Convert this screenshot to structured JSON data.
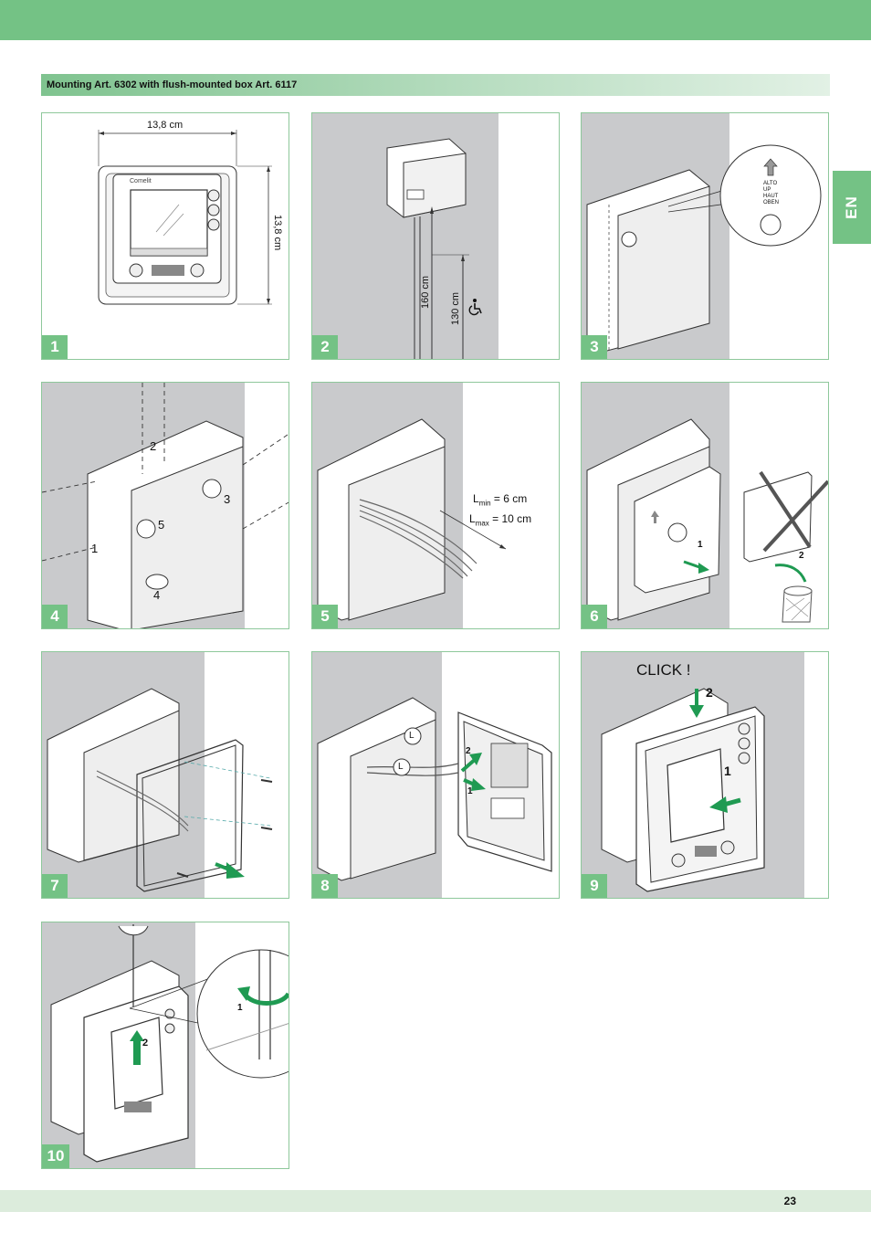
{
  "header": {
    "section_title": "Mounting Art. 6302 with flush-mounted box Art. 6117"
  },
  "side_tab": {
    "language": "EN"
  },
  "footer": {
    "page_number": "23"
  },
  "steps": [
    {
      "number": "1",
      "labels": {
        "width": "13,8 cm",
        "height": "13,8 cm"
      },
      "brand": "Comelit"
    },
    {
      "number": "2",
      "labels": {
        "height_a": "160 cm",
        "height_b": "130 cm"
      }
    },
    {
      "number": "3",
      "labels": {
        "sticker_text": [
          "ALTO",
          "UP",
          "HAUT",
          "OBEN"
        ]
      }
    },
    {
      "number": "4",
      "labels": {
        "knockouts": [
          "1",
          "2",
          "3",
          "4",
          "5"
        ]
      }
    },
    {
      "number": "5",
      "labels": {
        "lmin_l": "L",
        "lmin_sub": "min",
        "lmin_val": " = 6 cm",
        "lmax_l": "L",
        "lmax_sub": "max",
        "lmax_val": " = 10 cm"
      }
    },
    {
      "number": "6",
      "labels": {
        "s1": "1",
        "s2": "2"
      }
    },
    {
      "number": "7"
    },
    {
      "number": "8",
      "labels": {
        "wire_a": "L",
        "wire_b": "L",
        "s1": "1",
        "s2": "2"
      }
    },
    {
      "number": "9",
      "labels": {
        "click": "CLICK !",
        "s1": "1",
        "s2": "2"
      }
    },
    {
      "number": "10",
      "labels": {
        "s1": "1",
        "s2": "2"
      }
    }
  ],
  "colors": {
    "accent": "#74c285",
    "arrow": "#1f9a52",
    "gray_bg": "#c9cacc"
  }
}
